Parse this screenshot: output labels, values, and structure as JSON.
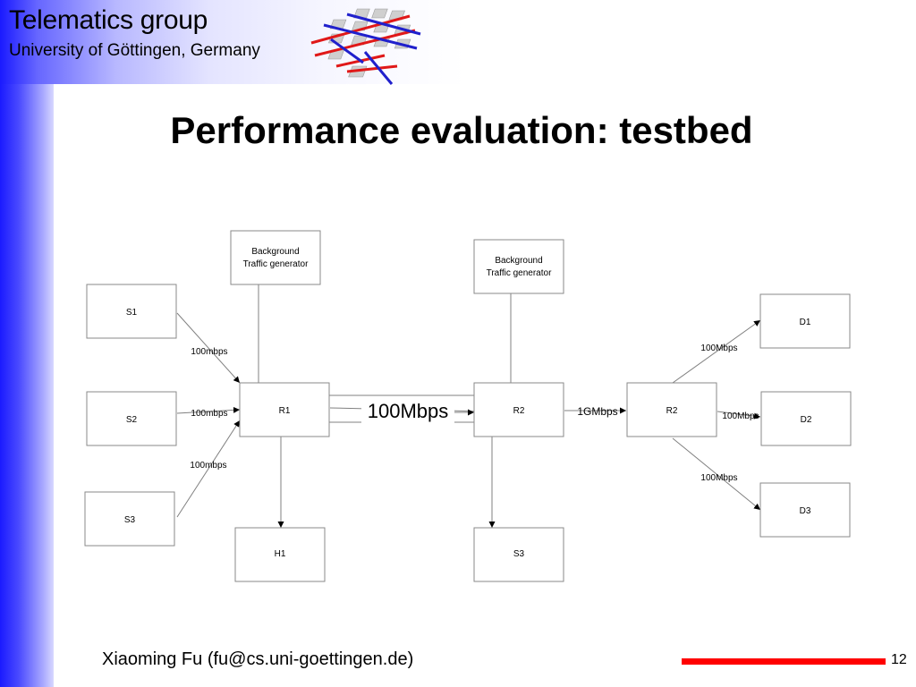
{
  "header": {
    "title": "Telematics group",
    "subtitle": "University of Göttingen, Germany",
    "logo_icon": "network-grid-logo"
  },
  "slide": {
    "title": "Performance evaluation: testbed"
  },
  "diagram": {
    "nodes": {
      "bg1": [
        "Background",
        "Traffic generator"
      ],
      "bg2": [
        "Background",
        "Traffic generator"
      ],
      "s1": "S1",
      "s2": "S2",
      "s3_left": "S3",
      "r1": "R1",
      "r2_mid": "R2",
      "r2_right": "R2",
      "h1": "H1",
      "s3_bottom": "S3",
      "d1": "D1",
      "d2": "D2",
      "d3": "D3"
    },
    "labels": {
      "s1_r1": "100mbps",
      "s2_r1": "100mbps",
      "s3_r1": "100mbps",
      "r1_r2": "100Mbps",
      "r2_r2": "1GMbps",
      "r2_d1": "100Mbps",
      "r2_d2": "100Mbps",
      "r2_d3": "100Mbps"
    },
    "colors": {
      "box_border": "#8a8a8a",
      "line": "#808080"
    }
  },
  "footer": {
    "author": "Xiaoming Fu (fu@cs.uni-goettingen.de)",
    "page": "12",
    "accent": "#ff0000"
  }
}
